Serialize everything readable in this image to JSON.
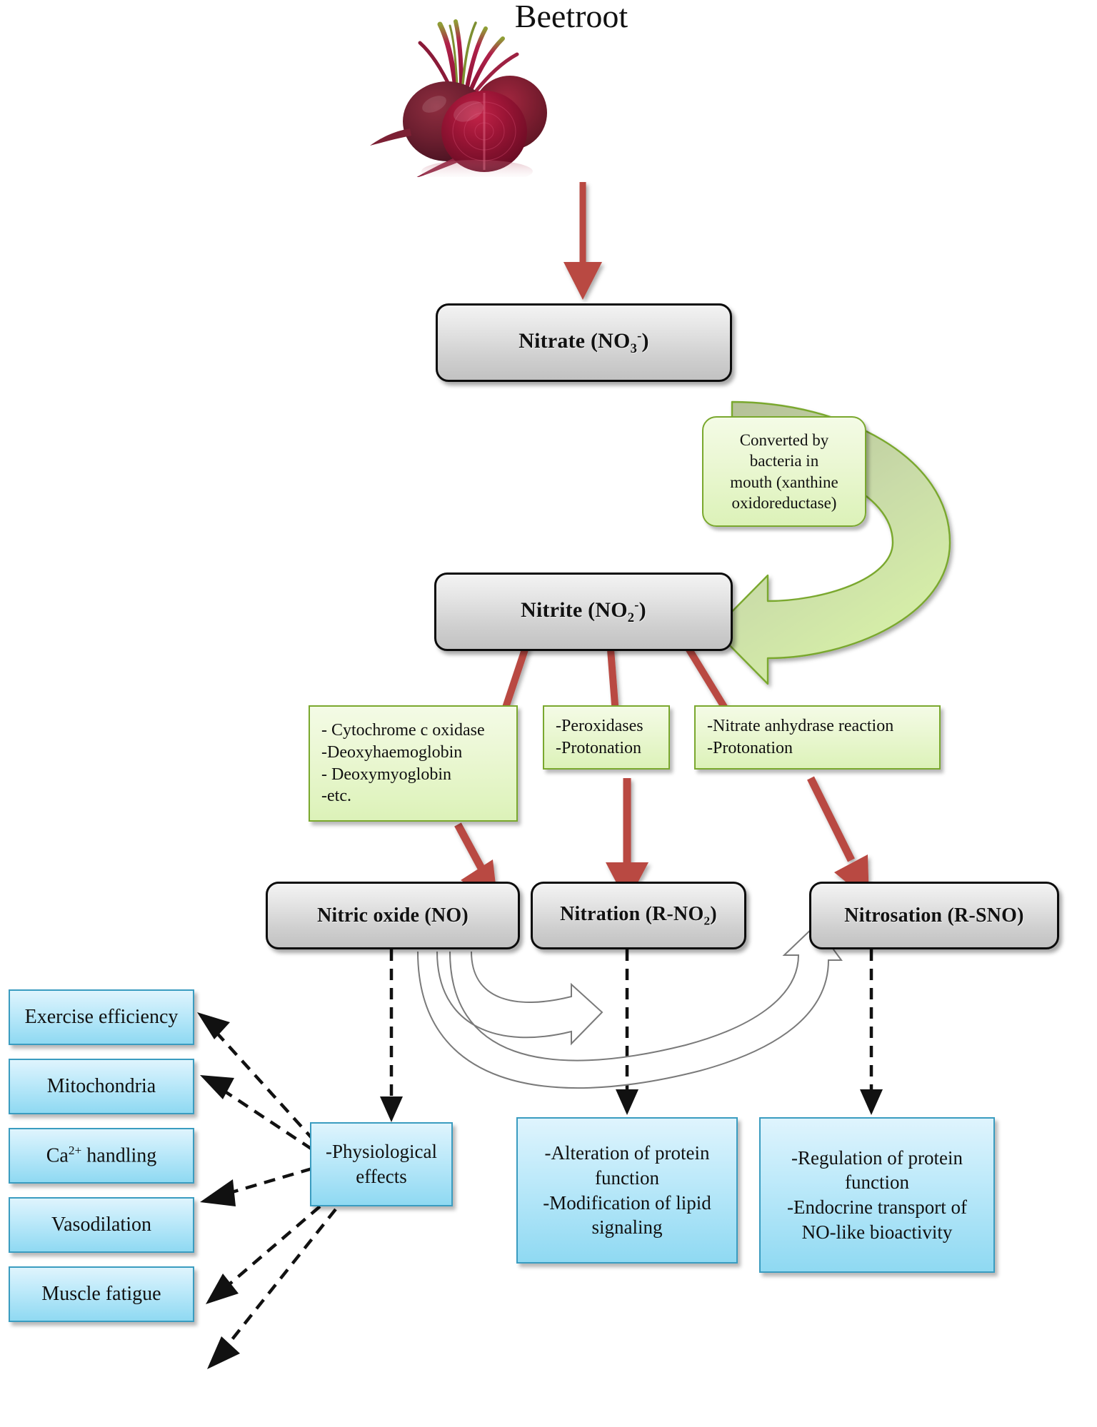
{
  "title": "Beetroot",
  "colors": {
    "red_arrow": "#b94a42",
    "green_arrow_fill": "#d6efa5",
    "green_arrow_top": "#b8c49a",
    "green_border": "#7aa82e",
    "blue_fill": "#9fddf2",
    "blue_border": "#3a9cc0",
    "gray_fill": "#d4d4d4",
    "gray_border": "#0b0b0b"
  },
  "nodes": {
    "nitrate": "Nitrate (NO3-)",
    "nitrite": "Nitrite (NO2-)",
    "conversion_note": "Converted by\nbacteria in\nmouth (xanthine\noxidoreductase)",
    "pathway_left": "- Cytochrome c oxidase\n-Deoxyhaemoglobin\n- Deoxymyoglobin\n-etc.",
    "pathway_mid": "-Peroxidases\n-Protonation",
    "pathway_right": "-Nitrate anhydrase reaction\n-Protonation",
    "product_no": "Nitric oxide (NO)",
    "product_nitration": "Nitration (R-NO2)",
    "product_nitrosation": "Nitrosation (R-SNO)",
    "physiological_effects": "-Physiological\neffects",
    "nitration_effects": "-Alteration of protein\nfunction\n-Modification of lipid\nsignaling",
    "nitrosation_effects": "-Regulation of protein\nfunction\n-Endocrine transport of\nNO-like bioactivity"
  },
  "effects": [
    {
      "label": "Exercise efficiency"
    },
    {
      "label": "Mitochondria"
    },
    {
      "label": "Ca2+ handling"
    },
    {
      "label": "Vasodilation"
    },
    {
      "label": "Muscle fatigue"
    }
  ],
  "icons": {
    "beetroot": "beetroot-icon",
    "red_arrow": "red-arrow-icon",
    "green_curved_arrow": "green-curved-arrow-icon",
    "dashed_arrow": "dashed-arrow-icon",
    "outline_curved_arrow": "outline-curved-arrow-icon"
  }
}
